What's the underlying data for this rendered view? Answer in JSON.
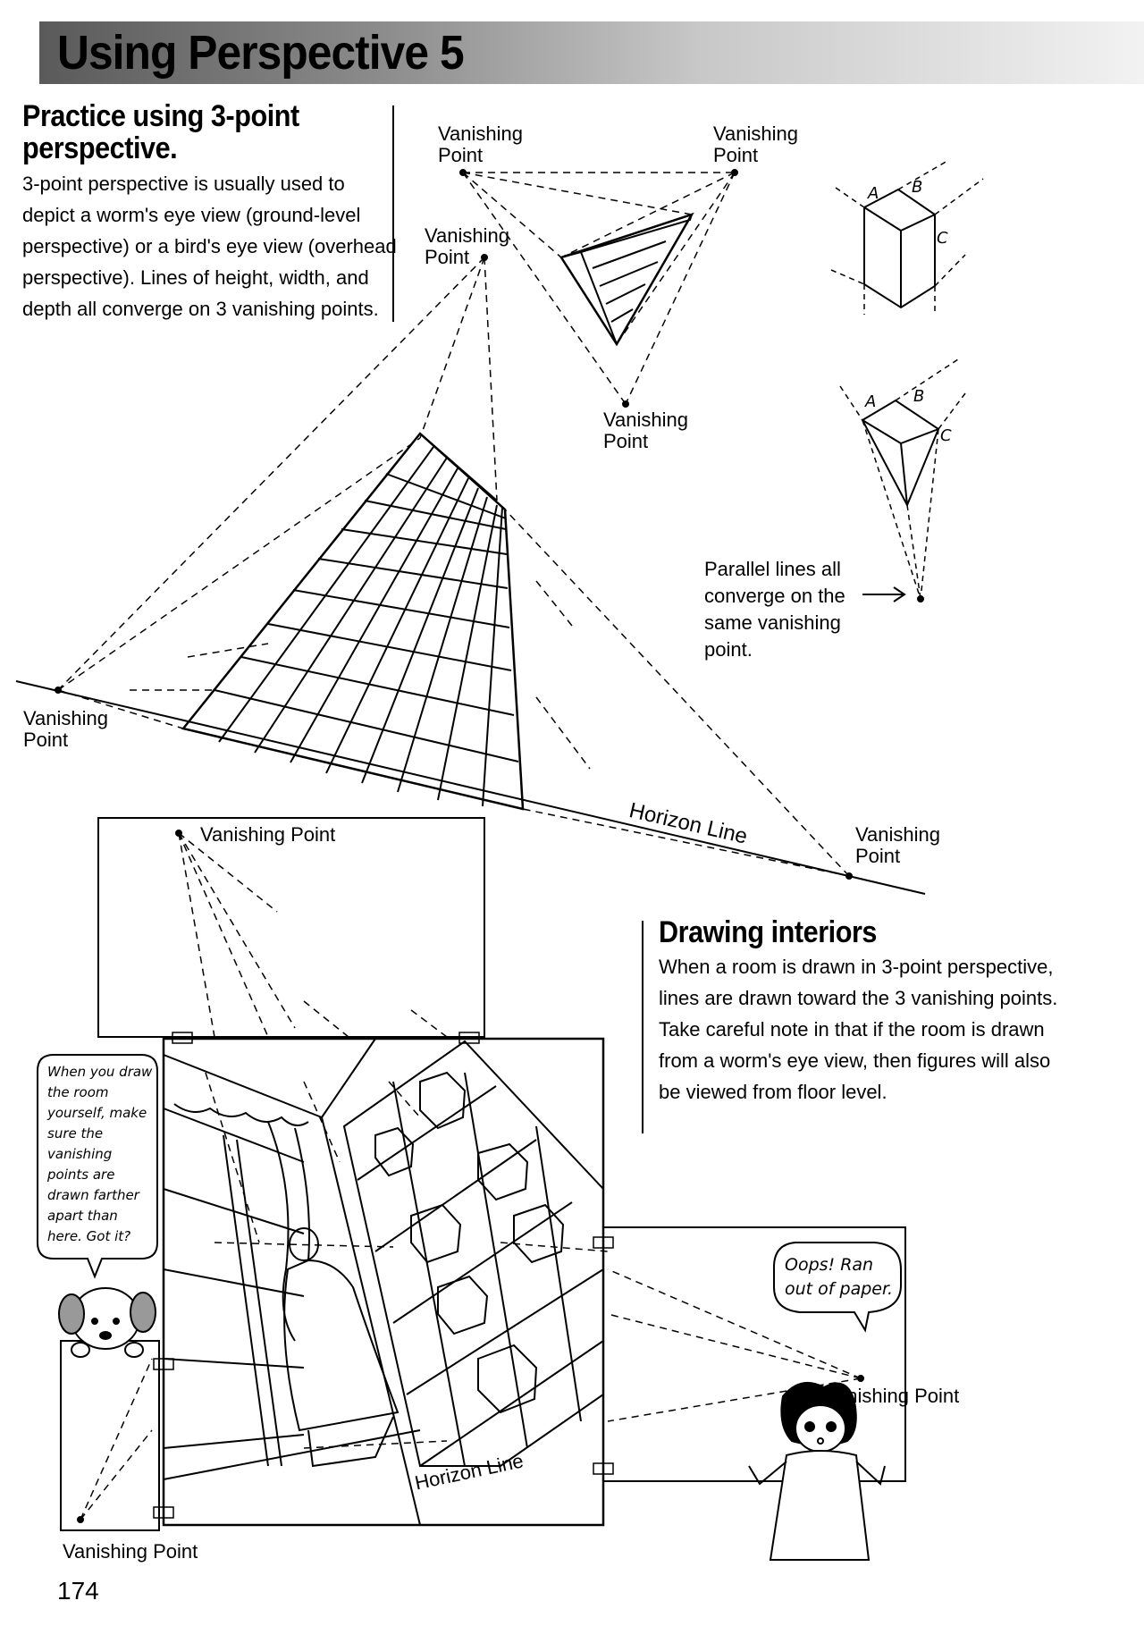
{
  "header": {
    "title": "Using Perspective 5"
  },
  "section1": {
    "heading_line1": "Practice using 3-point",
    "heading_line2": "perspective.",
    "lines": [
      "3-point perspective is usually used to",
      "depict a worm's eye view (ground-level",
      "perspective) or a bird's eye view (overhead",
      "perspective). Lines of height, width, and",
      "depth all converge on 3 vanishing points."
    ]
  },
  "section2": {
    "heading": "Drawing interiors",
    "lines": [
      "When a room is drawn in 3-point perspective,",
      "lines are drawn toward the 3 vanishing points.",
      "Take careful note in that if the room is drawn",
      "from a worm's eye view, then figures will also",
      "be viewed from floor level."
    ]
  },
  "labels": {
    "vp_word": "Vanishing",
    "point_word": "Point",
    "vanishing_point": "Vanishing Point",
    "horizon_line": "Horizon Line",
    "letter_a": "A",
    "letter_b": "B",
    "letter_c": "C",
    "parallel": [
      "Parallel lines all",
      "converge on the",
      "same vanishing",
      "point."
    ]
  },
  "bubbles": {
    "dog": [
      "When you draw",
      "the room",
      "yourself, make",
      "sure the",
      "vanishing",
      "points are",
      "drawn farther",
      "apart than",
      "here. Got it?"
    ],
    "kid": [
      "Oops! Ran",
      "out of paper."
    ]
  },
  "footer": {
    "page_number": "174"
  }
}
